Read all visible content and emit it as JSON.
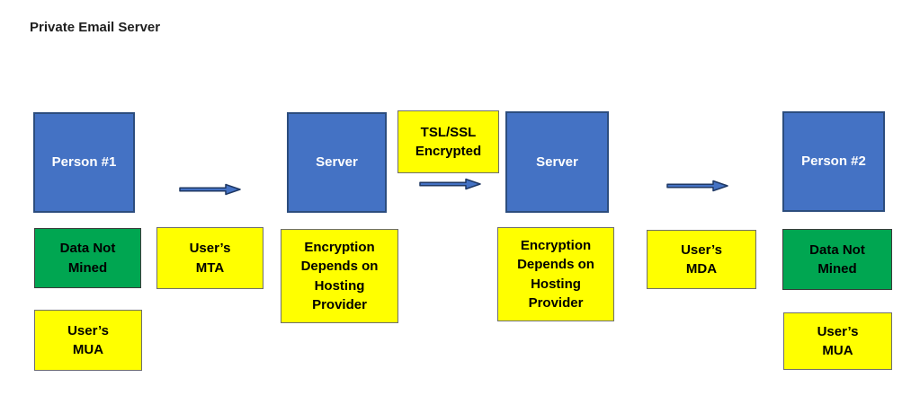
{
  "title": "Private Email Server",
  "colors": {
    "box_blue": "#4472C4",
    "box_blue_border": "#2C4D7E",
    "box_yellow": "#FFFF00",
    "box_green": "#00A651",
    "arrow_fill": "#4472C4",
    "arrow_outline": "#1F3864"
  },
  "boxes": {
    "person1": "Person #1",
    "server_left": "Server",
    "tsl_ssl": "TSL/SSL\nEncrypted",
    "server_right": "Server",
    "person2": "Person #2",
    "data_not_mined_left": "Data Not\nMined",
    "users_mta": "User’s\nMTA",
    "encryption_left": "Encryption\nDepends on\nHosting\nProvider",
    "encryption_right": "Encryption\nDepends on\nHosting\nProvider",
    "users_mda": "User’s\nMDA",
    "data_not_mined_right": "Data Not\nMined",
    "users_mua_left": "User’s\nMUA",
    "users_mua_right": "User’s\nMUA"
  }
}
